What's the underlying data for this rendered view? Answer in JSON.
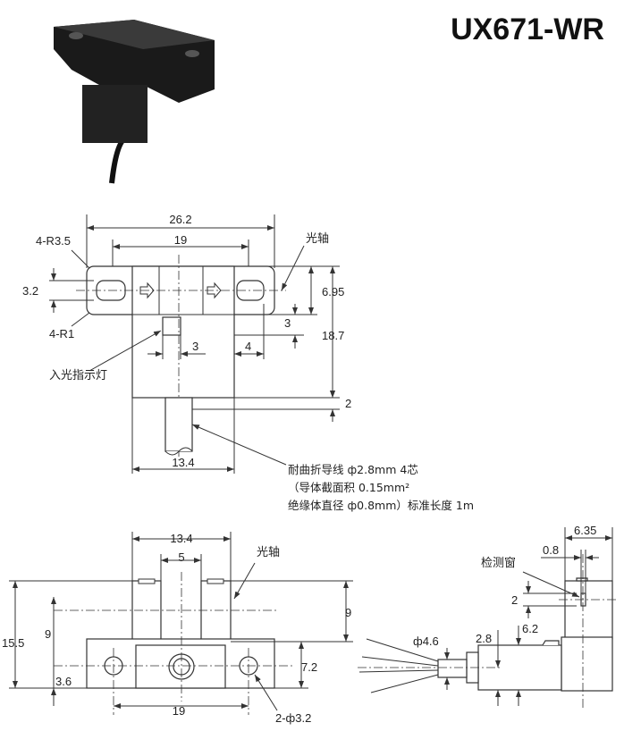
{
  "title": "UX671-WR",
  "top_view": {
    "dims": {
      "overall_width": "26.2",
      "hole_pitch": "19",
      "corner_radius_outer": "4-R3.5",
      "corner_radius_inner": "4-R1",
      "slot_height": "3.2",
      "optical_axis_height": "6.95",
      "indicator_offset": "3",
      "total_height": "18.7",
      "indicator_width": "3",
      "slot_width": "4",
      "cable_offset": "2",
      "body_width": "13.4"
    },
    "labels": {
      "optical_axis": "光轴",
      "indicator": "入光指示灯"
    }
  },
  "cable_note": [
    "耐曲折导线 ф2.8mm  4芯",
    "（导体截面积 0.15mm²",
    "绝缘体直径 ф0.8mm）标准长度 1m"
  ],
  "front_view": {
    "dims": {
      "body_width": "13.4",
      "slot_width": "5",
      "post_height": "9",
      "total_height": "15.5",
      "axis_height": "9",
      "base_axis": "7.2",
      "base_offset": "3.6",
      "hole_pitch": "19",
      "holes": "2-ф3.2"
    },
    "labels": {
      "optical_axis": "光轴"
    }
  },
  "side_view": {
    "dims": {
      "depth": "6.35",
      "window_width": "0.8",
      "window_height": "2",
      "window_offset": "6.2",
      "cable_dia": "ф4.6",
      "cable_axis": "2.8"
    },
    "labels": {
      "detection_window": "检测窗"
    }
  }
}
